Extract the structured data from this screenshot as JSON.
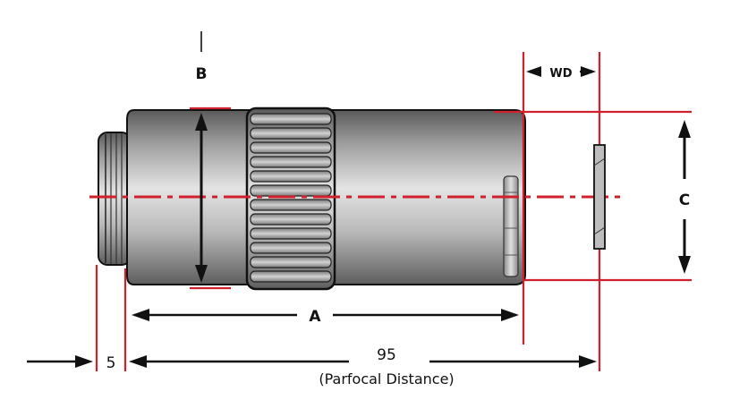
{
  "labels": {
    "b": "B",
    "wd": "WD",
    "c": "C",
    "a": "A",
    "five": "5",
    "ninety_five": "95",
    "parfocal": "(Parfocal Distance)"
  },
  "colors": {
    "accent": "#d0202e",
    "body_dark": "#6e6e6e",
    "body_light": "#d8d8d8",
    "outline": "#111111"
  }
}
